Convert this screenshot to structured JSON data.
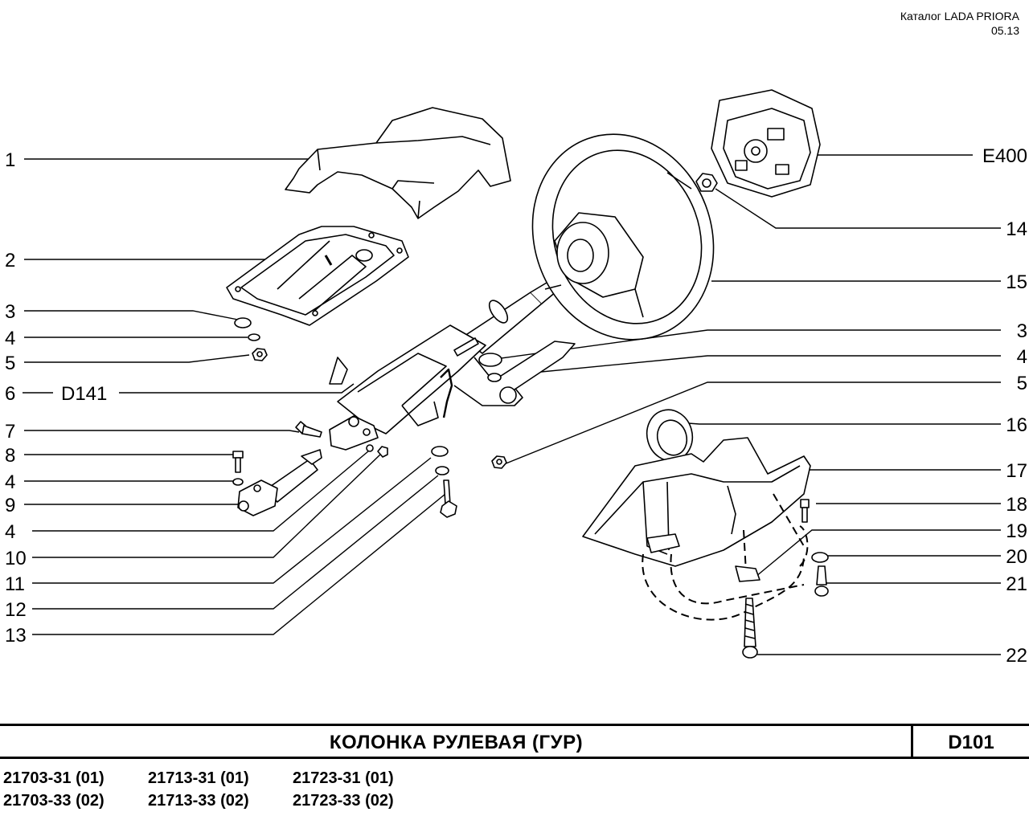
{
  "catalog": {
    "title": "Каталог  LADA  PRIORA",
    "date": "05.13"
  },
  "document": {
    "title": "КОЛОНКА   РУЛЕВАЯ  (ГУР)",
    "code": "D101"
  },
  "models": [
    [
      "21703-31 (01)",
      "21713-31 (01)",
      "21723-31 (01)"
    ],
    [
      "21703-33 (02)",
      "21713-33 (02)",
      "21723-33 (02)"
    ]
  ],
  "callouts_left": [
    {
      "num": "1"
    },
    {
      "num": "2"
    },
    {
      "num": "3"
    },
    {
      "num": "4"
    },
    {
      "num": "5"
    },
    {
      "num": "6",
      "ref": "D141"
    },
    {
      "num": "7"
    },
    {
      "num": "8"
    },
    {
      "num": "4"
    },
    {
      "num": "9"
    },
    {
      "num": "4"
    },
    {
      "num": "10"
    },
    {
      "num": "11"
    },
    {
      "num": "12"
    },
    {
      "num": "13"
    }
  ],
  "callouts_right": [
    {
      "num": "E400"
    },
    {
      "num": "14"
    },
    {
      "num": "15"
    },
    {
      "num": "3"
    },
    {
      "num": "4"
    },
    {
      "num": "5"
    },
    {
      "num": "16"
    },
    {
      "num": "17"
    },
    {
      "num": "18"
    },
    {
      "num": "19"
    },
    {
      "num": "20"
    },
    {
      "num": "21"
    },
    {
      "num": "22"
    }
  ]
}
